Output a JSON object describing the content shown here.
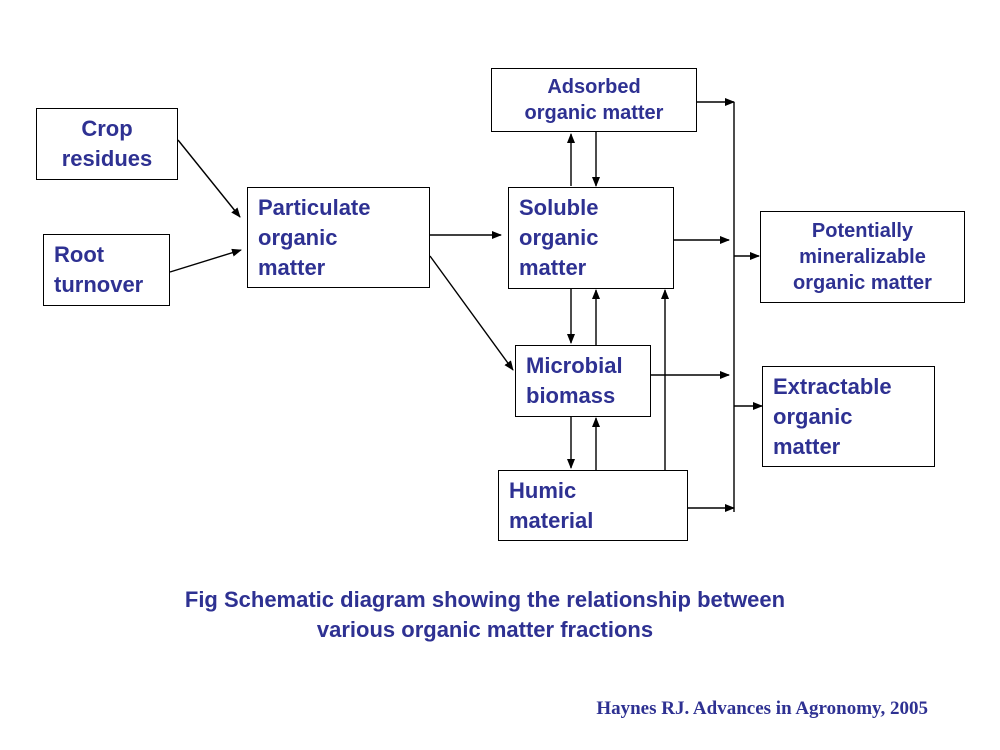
{
  "diagram": {
    "nodes": {
      "crop_residues": {
        "lines": [
          "Crop",
          "residues"
        ]
      },
      "root_turnover": {
        "lines": [
          "Root",
          "turnover"
        ]
      },
      "particulate": {
        "lines": [
          "Particulate",
          "organic",
          "matter"
        ]
      },
      "adsorbed": {
        "lines": [
          "Adsorbed",
          "organic matter"
        ]
      },
      "soluble": {
        "lines": [
          "Soluble",
          "organic",
          "matter"
        ]
      },
      "microbial": {
        "lines": [
          "Microbial",
          "biomass"
        ]
      },
      "humic": {
        "lines": [
          "Humic",
          "material"
        ]
      },
      "potentially_mineralizable": {
        "lines": [
          "Potentially",
          "mineralizable",
          "organic matter"
        ]
      },
      "extractable": {
        "lines": [
          "Extractable",
          "organic",
          "matter"
        ]
      }
    },
    "edges": [
      {
        "from": "crop_residues",
        "to": "particulate"
      },
      {
        "from": "root_turnover",
        "to": "particulate"
      },
      {
        "from": "particulate",
        "to": "soluble"
      },
      {
        "from": "particulate",
        "to": "microbial"
      },
      {
        "from": "soluble",
        "to": "adsorbed"
      },
      {
        "from": "adsorbed",
        "to": "soluble"
      },
      {
        "from": "soluble",
        "to": "microbial"
      },
      {
        "from": "microbial",
        "to": "soluble"
      },
      {
        "from": "microbial",
        "to": "humic"
      },
      {
        "from": "humic",
        "to": "microbial"
      },
      {
        "from": "humic",
        "to": "soluble"
      },
      {
        "from": "adsorbed",
        "to": "collector"
      },
      {
        "from": "soluble",
        "to": "collector"
      },
      {
        "from": "microbial",
        "to": "collector"
      },
      {
        "from": "humic",
        "to": "collector"
      },
      {
        "from": "collector",
        "to": "potentially_mineralizable"
      },
      {
        "from": "collector",
        "to": "extractable"
      }
    ]
  },
  "caption": {
    "line1": "Fig Schematic diagram showing the relationship between",
    "line2": "various organic matter fractions"
  },
  "source": "Haynes RJ. Advances in Agronomy, 2005",
  "colors": {
    "text": "#2e3192",
    "stroke": "#000000",
    "background": "#ffffff"
  }
}
